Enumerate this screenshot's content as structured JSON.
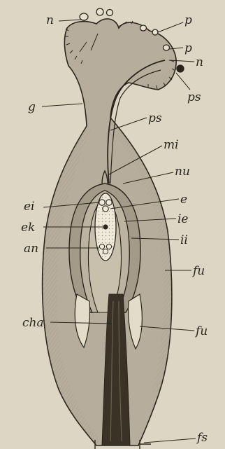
{
  "figure": {
    "background": "#ddd6c4",
    "tissue_color": "#b7ad9c",
    "inner_color": "#a49a88",
    "sac_color": "#efe9da",
    "ink_color": "#2a241c",
    "labels": {
      "n_top_left": "n",
      "p_top": "p",
      "p_mid": "p",
      "n_right": "n",
      "ps_right": "ps",
      "g": "g",
      "ps_mid": "ps",
      "mi": "mi",
      "nu": "nu",
      "ei": "ei",
      "e": "e",
      "ek": "ek",
      "ie": "ie",
      "an": "an",
      "ii": "ii",
      "fu_upper": "fu",
      "cha": "cha",
      "fu_lower": "fu",
      "fs": "fs"
    }
  }
}
